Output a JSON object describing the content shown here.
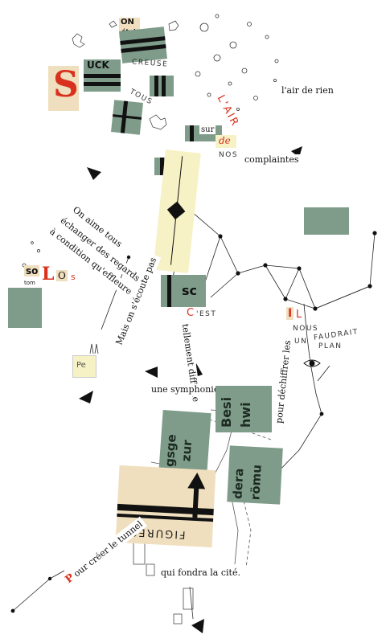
{
  "colors": {
    "green_paper": "#7f9c8a",
    "tan_paper": "#f0dfbe",
    "cream_paper": "#f7f1c6",
    "red_letter": "#d8321e",
    "ink": "#111111"
  },
  "letters": {
    "big_s": "S",
    "on": "ON",
    "etui": "étui",
    "creuse": "CREUSE",
    "tous_small": "TOUS",
    "uck": "UCK",
    "lair": "L'AIR",
    "sur": "sur",
    "de": "de",
    "nos": "NOS",
    "solos_so": "so",
    "solos_l": "L",
    "solos_o": "O",
    "solos_s": "s",
    "solos_tom": "tom",
    "cest_c": "C",
    "cest_rest": "'EST",
    "il_i": "I",
    "il_l": "L",
    "nous": "NOUS",
    "un": "UN",
    "faudrait": "FAUDRAIT",
    "plan": "PLAN",
    "p_stamp": "Pe",
    "pour_p": "P",
    "sc": "sc",
    "figures": "FIGURES",
    "news1": "zur",
    "news2": "gsge",
    "news3": "Besi",
    "news4": "hwi",
    "news5": "römu",
    "news6": "dera"
  },
  "phrases": {
    "lair_de_rien": "l'air de rien",
    "complaintes": "complaintes",
    "on_aime": [
      "On aime tous",
      "échanger des regards",
      "à condition qu'effleure"
    ],
    "mais_on": "Mais on s'écoute pas",
    "tellement": "tellement difficile",
    "symphonie": "une symphonie",
    "dechiffrer": "pour déchiffrer les",
    "pour_creer": "our créer le tunnel",
    "fondra": "qui fondra la cité."
  }
}
